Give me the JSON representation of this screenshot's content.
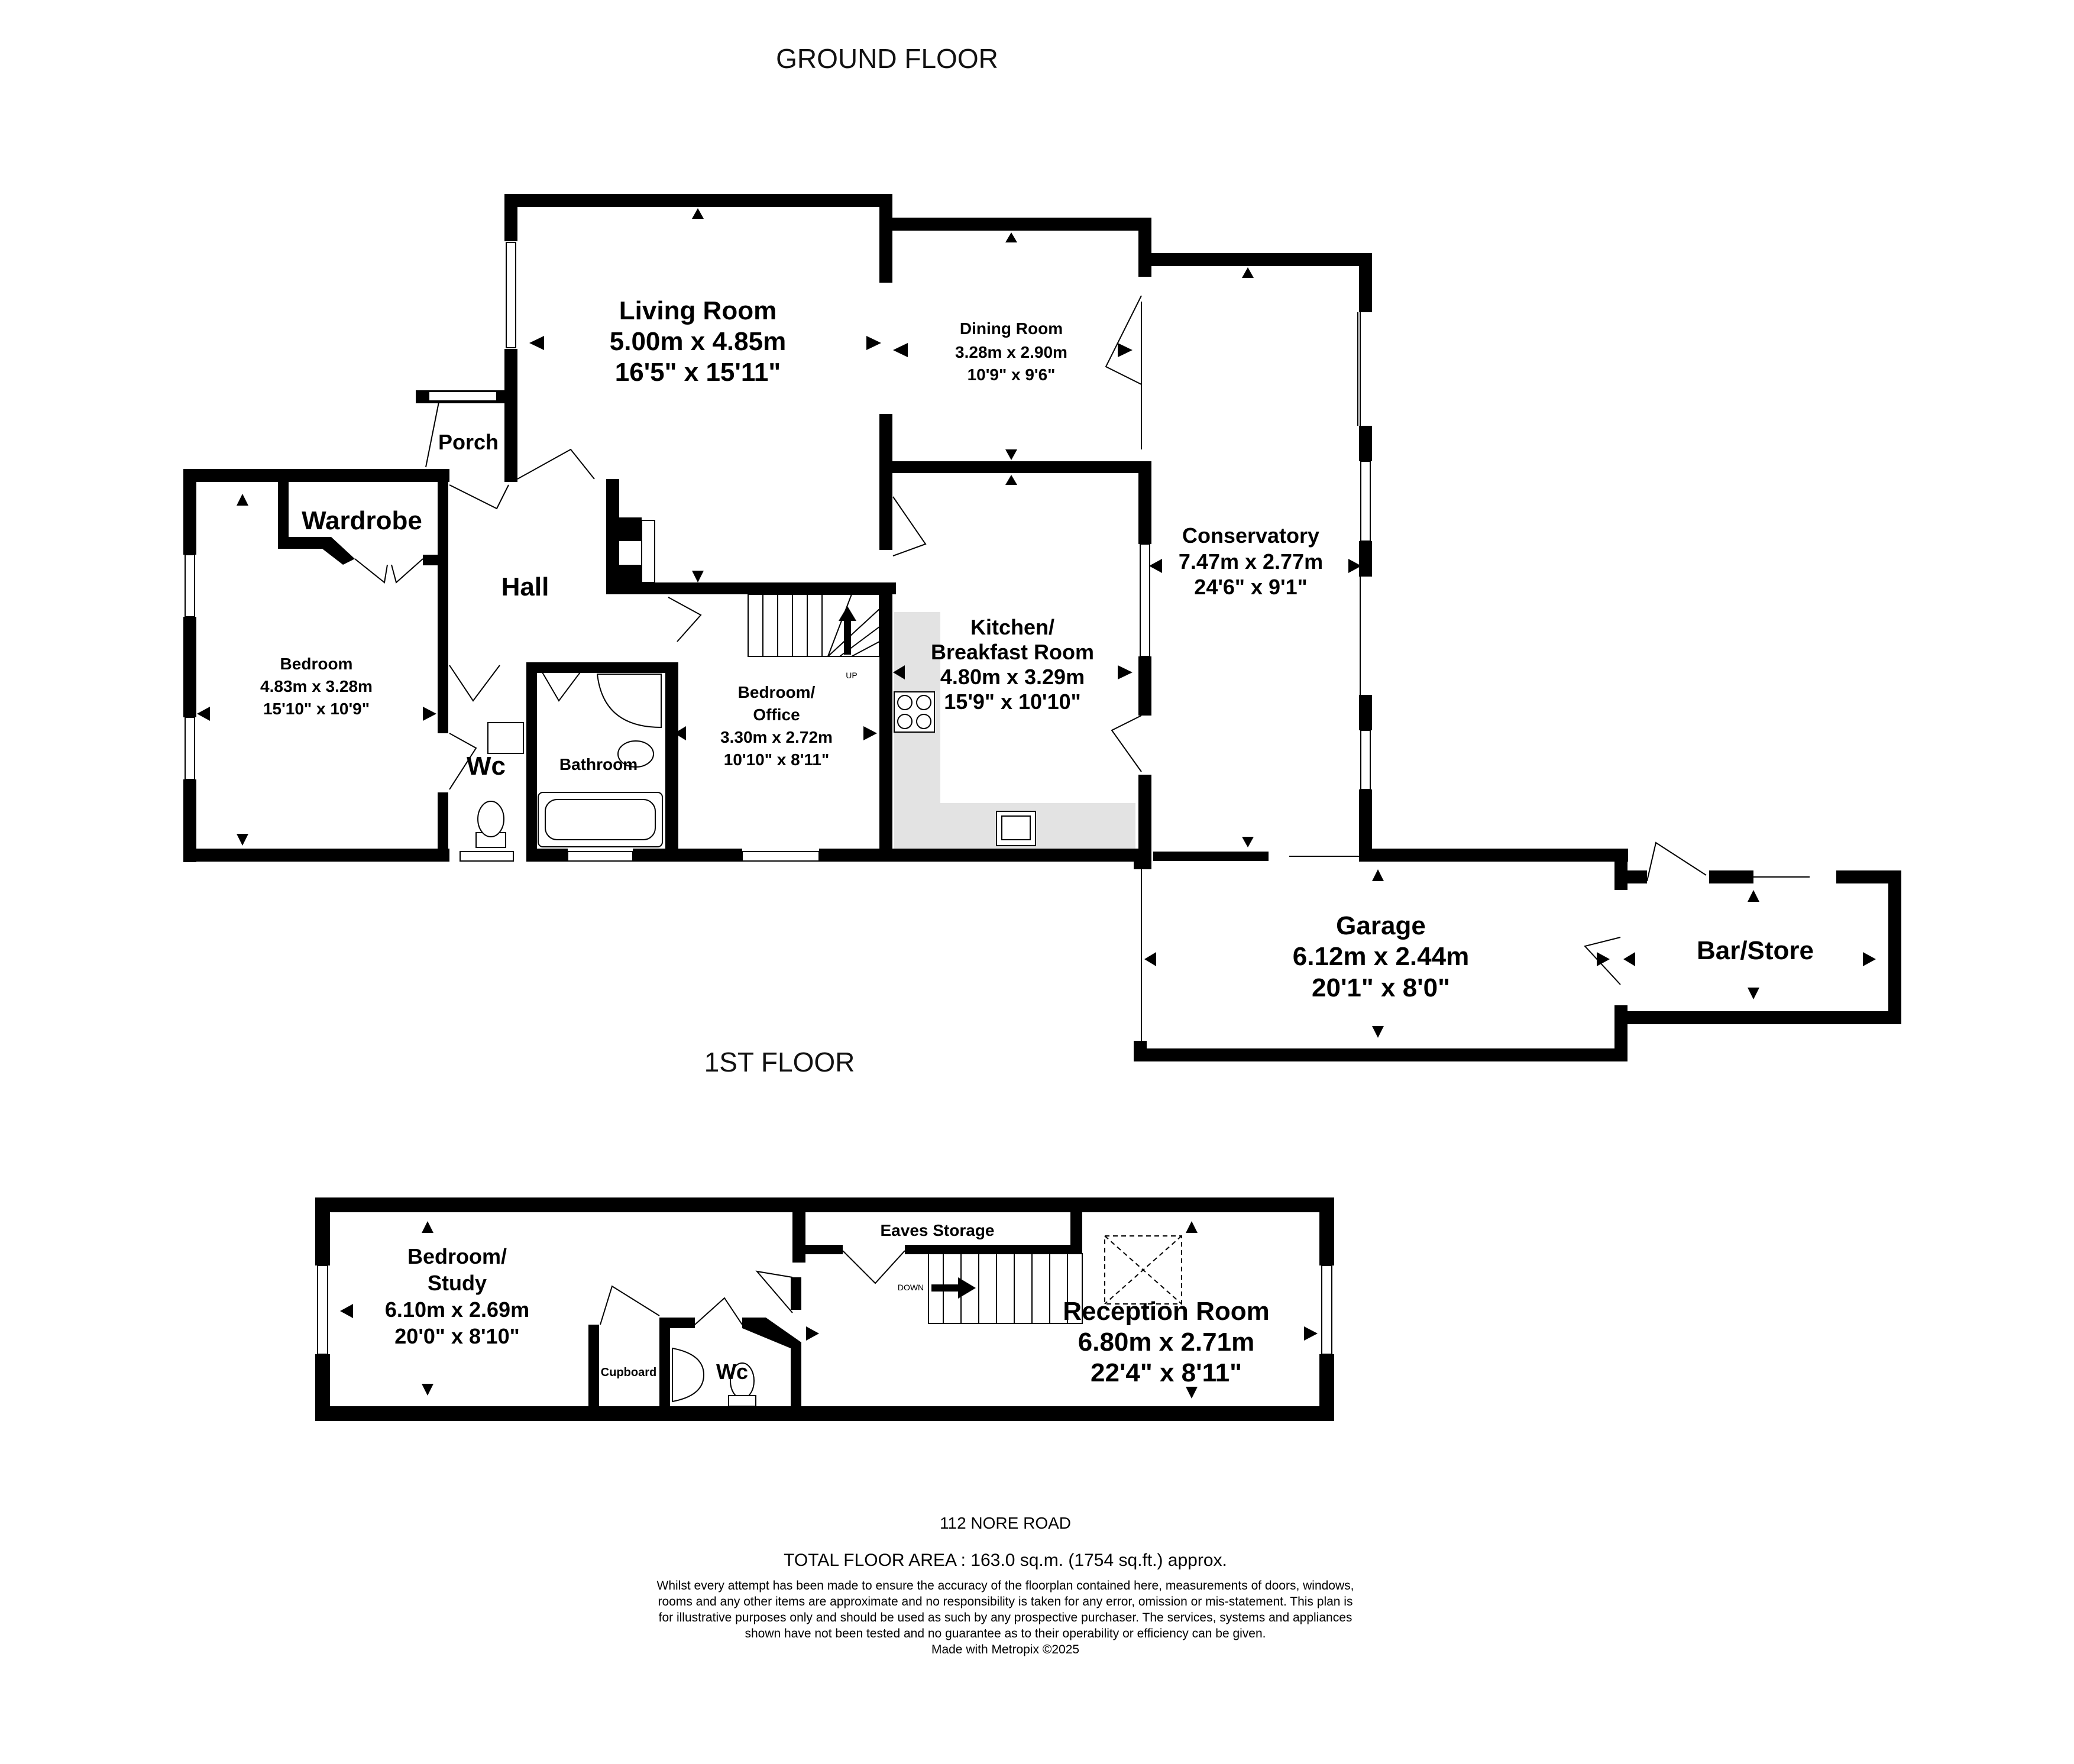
{
  "floors": {
    "ground": {
      "title": "GROUND FLOOR"
    },
    "first": {
      "title": "1ST FLOOR"
    }
  },
  "rooms": {
    "living_room": {
      "name": "Living Room",
      "metric": "5.00m  x 4.85m",
      "imperial": "16'5\"  x 15'11\""
    },
    "dining_room": {
      "name": "Dining Room",
      "metric": "3.28m  x 2.90m",
      "imperial": "10'9\"  x 9'6\""
    },
    "conservatory": {
      "name": "Conservatory",
      "metric": "7.47m  x 2.77m",
      "imperial": "24'6\"  x 9'1\""
    },
    "kitchen": {
      "name_line1": "Kitchen/",
      "name_line2": "Breakfast Room",
      "metric": "4.80m  x 3.29m",
      "imperial": "15'9\"  x 10'10\""
    },
    "porch": {
      "name": "Porch"
    },
    "wardrobe": {
      "name": "Wardrobe"
    },
    "hall": {
      "name": "Hall"
    },
    "bedroom": {
      "name": "Bedroom",
      "metric": "4.83m  x 3.28m",
      "imperial": "15'10\"  x 10'9\""
    },
    "wc_ground": {
      "name": "Wc"
    },
    "bathroom": {
      "name": "Bathroom"
    },
    "bedroom_office": {
      "name_line1": "Bedroom/",
      "name_line2": "Office",
      "metric": "3.30m  x 2.72m",
      "imperial": "10'10\"  x 8'11\""
    },
    "garage": {
      "name": "Garage",
      "metric": "6.12m  x 2.44m",
      "imperial": "20'1\"  x 8'0\""
    },
    "bar_store": {
      "name": "Bar/Store"
    },
    "bedroom_study": {
      "name_line1": "Bedroom/",
      "name_line2": "Study",
      "metric": "6.10m  x 2.69m",
      "imperial": "20'0\"  x 8'10\""
    },
    "eaves_storage": {
      "name": "Eaves Storage"
    },
    "cupboard": {
      "name": "Cupboard"
    },
    "wc_first": {
      "name": "Wc"
    },
    "reception_room": {
      "name": "Reception Room",
      "metric": "6.80m  x 2.71m",
      "imperial": "22'4\"  x 8'11\""
    }
  },
  "stairs": {
    "up_label": "UP",
    "down_label": "DOWN"
  },
  "footer": {
    "address": "112 NORE ROAD",
    "total_area": "TOTAL FLOOR AREA : 163.0 sq.m. (1754 sq.ft.) approx.",
    "disclaimer": "Whilst every attempt has been made to ensure the accuracy of the floorplan contained here, measurements of doors, windows, rooms and any other items are approximate and no responsibility is taken for any error, omission or mis-statement. This plan is for illustrative purposes only and should be used as such by any prospective purchaser. The services, systems and appliances shown have not been tested and no guarantee as to their operability or efficiency can be given.",
    "made_with": "Made with Metropix ©2025"
  },
  "colors": {
    "wall": "#000000",
    "kitchen_counter": "#e3e3e3",
    "background": "#ffffff"
  }
}
